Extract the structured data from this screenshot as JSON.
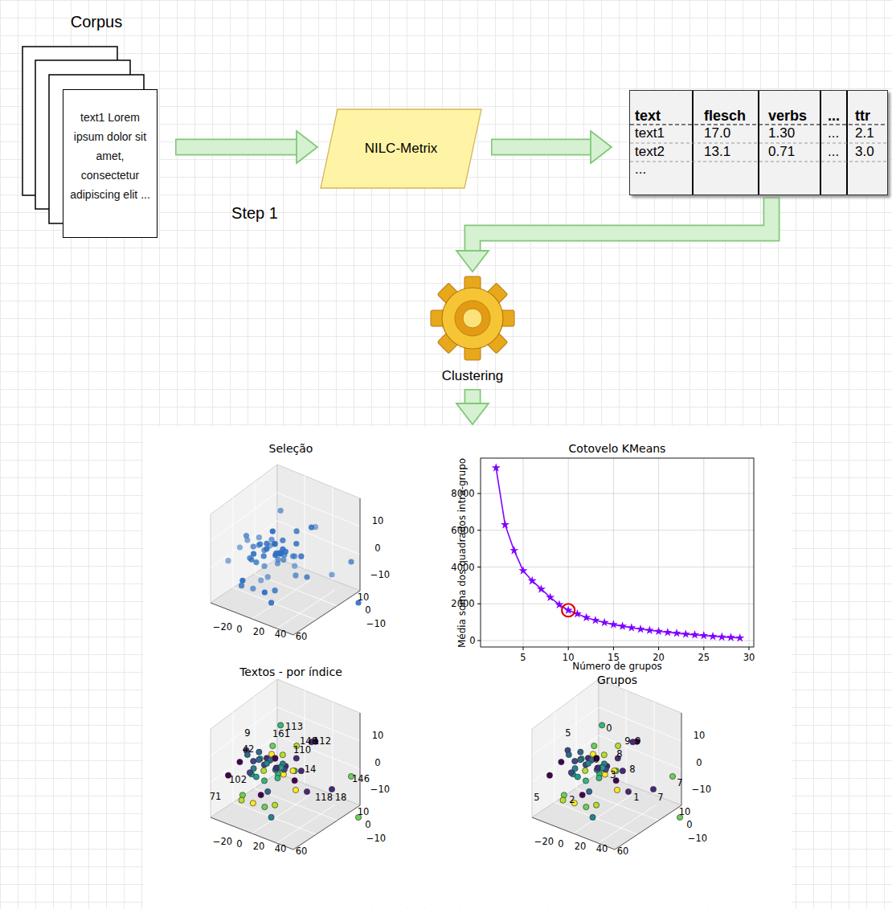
{
  "diagram": {
    "nodes": [
      {
        "text": [
          "Corpus",
          "text1 Lorem ipsum dolor sit amet, consectetur adipiscing elit ..."
        ]
      },
      {
        "text": [
          "NILC-Metrix"
        ]
      },
      {
        "text": [
          "text",
          "flesch",
          "verbs",
          "...",
          "ttr",
          "text1",
          "17.0",
          "1.30",
          "...",
          "2.1",
          "text2",
          "13.1",
          "0.71",
          "...",
          "3.0",
          "..."
        ]
      },
      {
        "text": [
          "Clustering"
        ]
      },
      {
        "text": [
          "Seleção",
          "Cotovelo KMeans",
          "Textos - por índice",
          "Grupos"
        ]
      }
    ],
    "edges": [
      {
        "from": 0,
        "to": 1,
        "arrow": "to"
      },
      {
        "from": 1,
        "to": 2,
        "arrow": "to"
      },
      {
        "from": 2,
        "to": 3,
        "arrow": "to"
      },
      {
        "from": 3,
        "to": 4,
        "arrow": "to"
      }
    ],
    "labels": [
      "Step 1",
      "−20",
      "0",
      "20",
      "40",
      "60",
      "10",
      "0",
      "−10",
      "10",
      "0",
      "−10",
      "0",
      "2000",
      "4000",
      "6000",
      "8000",
      "5",
      "10",
      "15",
      "20",
      "25",
      "30",
      "Média soma dos quadrados intra-grupo",
      "Número de grupos",
      "−20",
      "0",
      "20",
      "40",
      "60",
      "10",
      "0",
      "−10",
      "10",
      "0",
      "−10",
      "9",
      "161",
      "113",
      "148",
      "112",
      "42",
      "110",
      "14",
      "146",
      "118",
      "18",
      "71",
      "102",
      "−20",
      "0",
      "20",
      "40",
      "60",
      "10",
      "0",
      "−10",
      "10",
      "0",
      "−10",
      "5",
      "0",
      "9",
      "9",
      "8",
      "8",
      "3",
      "7",
      "7",
      "1",
      "5",
      "2",
      "0"
    ]
  }
}
